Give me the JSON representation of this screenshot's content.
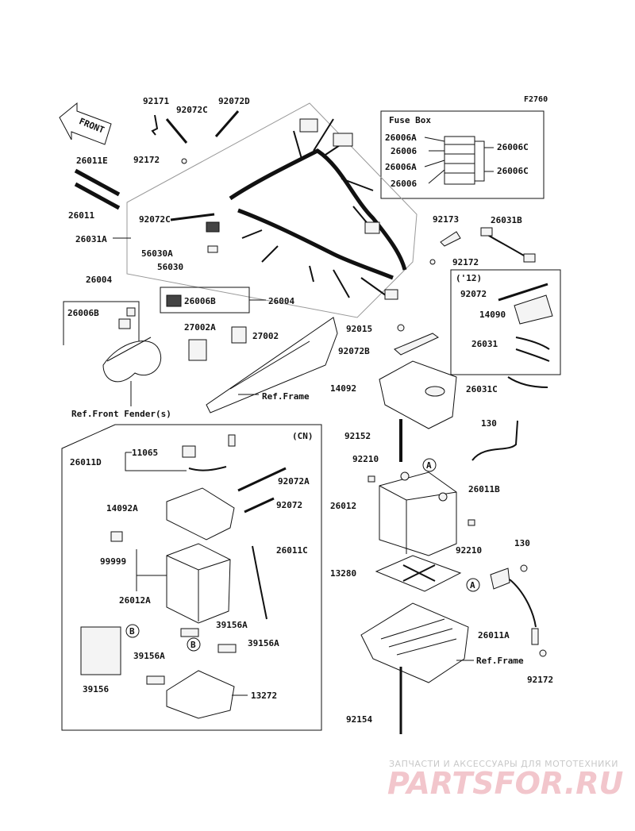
{
  "figure_code": "F2760",
  "front_label": "FRONT",
  "fuse_box": {
    "title": "Fuse Box",
    "left_labels": [
      "26006A",
      "26006",
      "26006A",
      "26006"
    ],
    "right_labels": [
      "26006C",
      "26006C"
    ]
  },
  "labels": {
    "p92171": "92171",
    "p92072C_top": "92072C",
    "p92072D": "92072D",
    "p92172_top": "92172",
    "p26011E": "26011E",
    "p26011": "26011",
    "p92072C_mid": "92072C",
    "p26031A": "26031A",
    "p56030A": "56030A",
    "p56030": "56030",
    "p26004_head": "26004",
    "p26006B_left": "26006B",
    "p26006B_mid": "26006B",
    "p26004_mid": "26004",
    "p27002A": "27002A",
    "p27002": "27002",
    "ref_frame_1": "Ref.Frame",
    "ref_front_fender": "Ref.Front Fender(s)",
    "p92173": "92173",
    "p26031B": "26031B",
    "p92172_r": "92172",
    "p92015": "92015",
    "p92072B": "92072B",
    "p14092": "14092",
    "p92152": "92152",
    "p26031C": "26031C",
    "p130_a": "130",
    "p26011B": "26011B",
    "p92210_a": "92210",
    "p26012": "26012",
    "p92210_b": "92210",
    "p130_b": "130",
    "p13280": "13280",
    "p26011A": "26011A",
    "ref_frame_2": "Ref.Frame",
    "p92172_b": "92172",
    "p92154": "92154",
    "marker_A": "A",
    "marker_B": "B"
  },
  "inset_12": {
    "tag": "('12)",
    "labels": [
      "92072",
      "14090",
      "26031"
    ]
  },
  "inset_cn": {
    "tag": "(CN)",
    "labels": {
      "p26011D": "26011D",
      "p11065": "11065",
      "p92072A": "92072A",
      "p14092A": "14092A",
      "p92072": "92072",
      "p99999": "99999",
      "p26011C": "26011C",
      "p26012A": "26012A",
      "p39156A_1": "39156A",
      "p39156A_2": "39156A",
      "p39156A_3": "39156A",
      "p39156": "39156",
      "p13272": "13272"
    }
  },
  "watermark": {
    "tagline": "ЗАПЧАСТИ И АКСЕССУАРЫ ДЛЯ МОТОТЕХНИКИ",
    "brand": "PARTSFOR.RU"
  },
  "colors": {
    "line": "#111111",
    "watermark_brand": "#f2c6cc",
    "watermark_tagline": "#c9c9c9"
  }
}
